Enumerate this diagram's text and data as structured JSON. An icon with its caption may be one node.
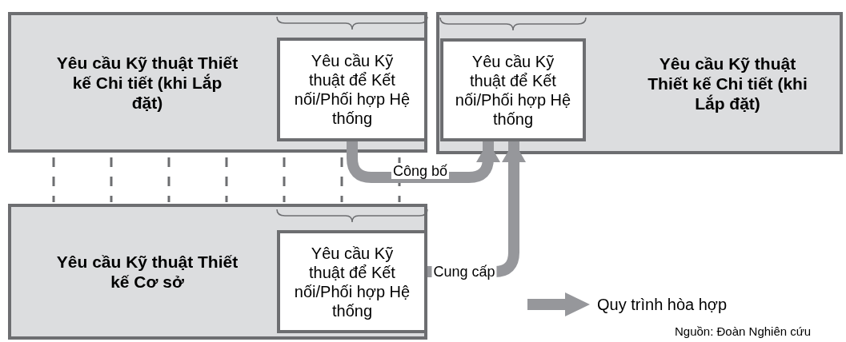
{
  "diagram": {
    "nodes": [
      {
        "text": [
          "Yêu cầu Kỹ thuật Thiết kế Chi tiết (khi Lắp đặt)"
        ]
      },
      {
        "text": [
          "Yêu cầu Kỹ thuật để Kết nối/Phối hợp Hệ thống"
        ],
        "in": 0
      },
      {
        "text": [
          "Yêu cầu Kỹ thuật Thiết kế Chi tiết (khi Lắp đặt)"
        ]
      },
      {
        "text": [
          "Yêu cầu Kỹ thuật để Kết nối/Phối hợp Hệ thống"
        ],
        "in": 2
      },
      {
        "text": [
          "Yêu cầu Kỹ thuật Thiết kế Cơ sở"
        ]
      },
      {
        "text": [
          "Yêu cầu Kỹ thuật để Kết nối/Phối hợp Hệ thống"
        ],
        "in": 4
      }
    ],
    "edges": [
      {
        "from": 1,
        "to": 3,
        "arrow": "to",
        "label": "Công bố"
      },
      {
        "from": 5,
        "to": 3,
        "arrow": "to",
        "label": "Cung cấp"
      }
    ],
    "labels": [
      "Nguồn: Đoàn Nghiên cứu"
    ],
    "legend": [
      {
        "text": "Quy trình hòa hợp"
      }
    ]
  }
}
